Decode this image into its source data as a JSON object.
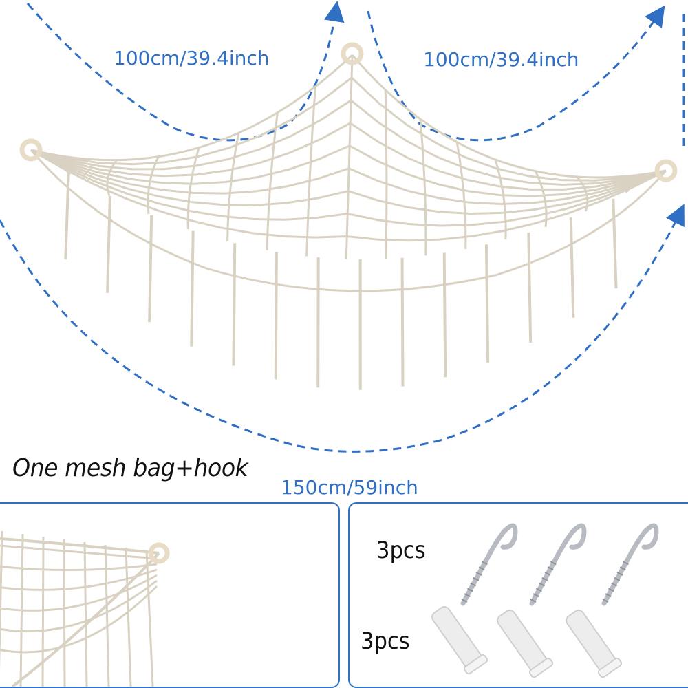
{
  "dimensions": {
    "top_left": "100cm/39.4inch",
    "top_right": "100cm/39.4inch",
    "bottom": "150cm/59inch"
  },
  "product_title": "One mesh bag+hook",
  "accessories": {
    "hooks_qty": "3pcs",
    "anchors_qty": "3pcs"
  },
  "colors": {
    "dimension_line": "#2f6fc4",
    "net": "#d9d2c3",
    "ring": "#e8dcc6",
    "hook": "#b8bcc2"
  }
}
